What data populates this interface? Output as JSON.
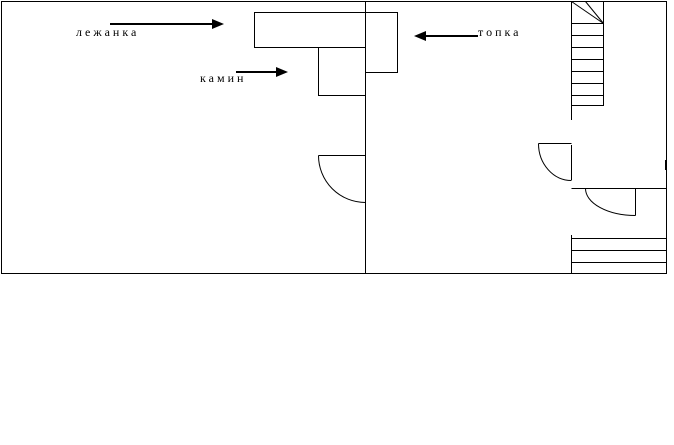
{
  "labels": {
    "lezhanka": "лежанка",
    "kamin": "камин",
    "topka": "топка"
  },
  "colors": {
    "line": "#000000",
    "background": "#ffffff"
  }
}
